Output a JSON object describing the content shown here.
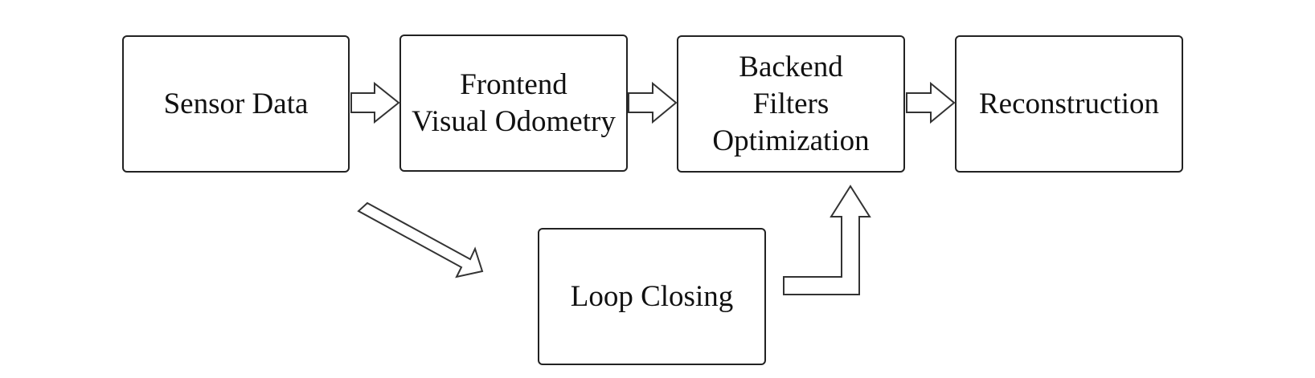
{
  "nodes": {
    "sensor": {
      "lines": [
        "Sensor Data"
      ]
    },
    "frontend": {
      "lines": [
        "Frontend",
        "Visual Odometry"
      ]
    },
    "backend": {
      "lines": [
        "Backend",
        "Filters",
        "Optimization"
      ]
    },
    "reconstruction": {
      "lines": [
        "Reconstruction"
      ]
    },
    "loop": {
      "lines": [
        "Loop Closing"
      ]
    }
  },
  "edges": [
    {
      "from": "sensor",
      "to": "frontend"
    },
    {
      "from": "frontend",
      "to": "backend"
    },
    {
      "from": "backend",
      "to": "reconstruction"
    },
    {
      "from": "sensor",
      "to": "loop"
    },
    {
      "from": "loop",
      "to": "backend"
    }
  ],
  "colors": {
    "stroke": "#222222",
    "fill": "#ffffff",
    "text": "#111111"
  }
}
